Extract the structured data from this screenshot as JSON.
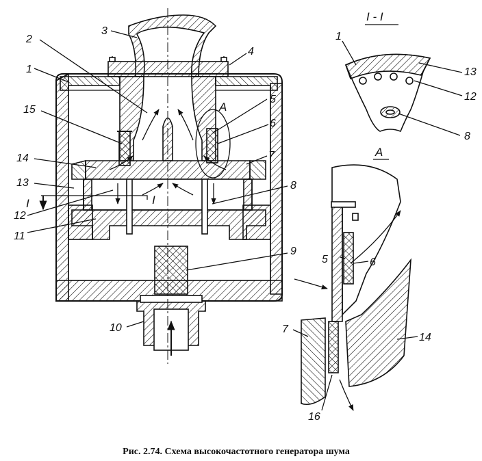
{
  "caption": "Рис. 2.74. Схема высокочастотного генератора шума",
  "section_labels": {
    "section_title": "I - I",
    "section_mark_left": "I",
    "section_mark_inner": "I",
    "detail_mark": "A",
    "detail_title": "A"
  },
  "main_labels": {
    "l1": "1",
    "l2": "2",
    "l3": "3",
    "l4": "4",
    "l5": "5",
    "l6": "6",
    "l7": "7",
    "l8": "8",
    "l9": "9",
    "l10": "10",
    "l11": "11",
    "l12": "12",
    "l13": "13",
    "l14": "14",
    "l15": "15"
  },
  "section_view_labels": {
    "l1": "1",
    "l13": "13",
    "l12": "12",
    "l8": "8"
  },
  "detail_labels": {
    "l5": "5",
    "l6": "6",
    "l7": "7",
    "l14": "14",
    "l16": "16"
  }
}
